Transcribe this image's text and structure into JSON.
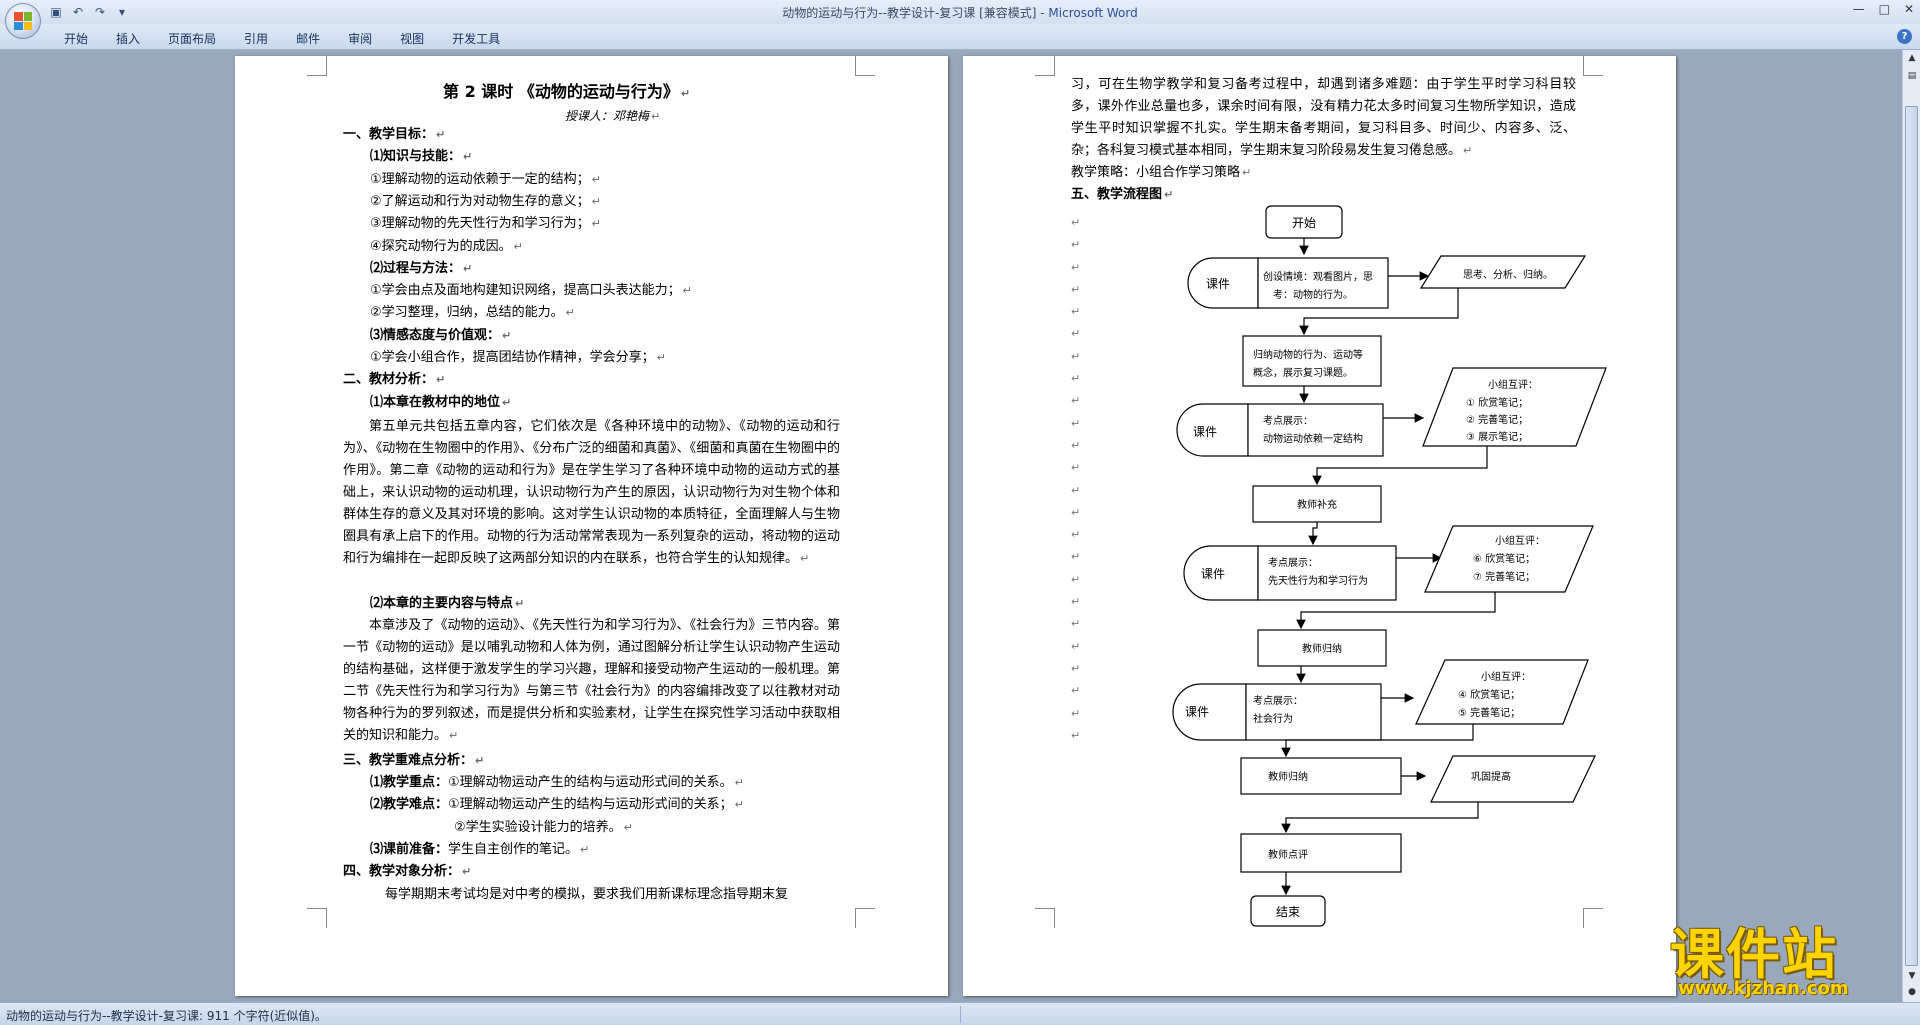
{
  "window": {
    "title": "动物的运动与行为--教学设计-复习课 [兼容模式] - ",
    "app_name": "Microsoft Word",
    "minimize": "—",
    "maximize": "□",
    "close": "✕"
  },
  "quick_access": {
    "save_icon": "save-icon",
    "undo_icon": "undo-icon",
    "redo_icon": "redo-icon",
    "customize_icon": "chevron-down-icon"
  },
  "ribbon": {
    "tabs": [
      "开始",
      "插入",
      "页面布局",
      "引用",
      "邮件",
      "审阅",
      "视图",
      "开发工具"
    ],
    "help": "?"
  },
  "page1": {
    "title": "第 2 课时       《动物的运动与行为》",
    "teacher": "授课人：邓艳梅",
    "lines": [
      {
        "text": "一、教学目标：",
        "bold": true,
        "indent": 0
      },
      {
        "text": "⑴知识与技能：",
        "bold": true,
        "indent": 1
      },
      {
        "text": "①理解动物的运动依赖于一定的结构；",
        "bold": false,
        "indent": 1
      },
      {
        "text": "②了解运动和行为对动物生存的意义；",
        "bold": false,
        "indent": 1
      },
      {
        "text": "③理解动物的先天性行为和学习行为；",
        "bold": false,
        "indent": 1
      },
      {
        "text": "④探究动物行为的成因。",
        "bold": false,
        "indent": 1
      },
      {
        "text": "⑵过程与方法：",
        "bold": true,
        "indent": 1
      },
      {
        "text": "①学会由点及面地构建知识网络，提高口头表达能力；",
        "bold": false,
        "indent": 1
      },
      {
        "text": "②学习整理，归纳，总结的能力。",
        "bold": false,
        "indent": 1
      },
      {
        "text": "⑶情感态度与价值观：",
        "bold": true,
        "indent": 1
      },
      {
        "text": "①学会小组合作，提高团结协作精神，学会分享；",
        "bold": false,
        "indent": 1
      },
      {
        "text": "二、教材分析：",
        "bold": true,
        "indent": 0
      },
      {
        "text": "⑴本章在教材中的地位",
        "bold": true,
        "indent": 1
      }
    ],
    "para1": "第五单元共包括五章内容，它们依次是《各种环境中的动物》、《动物的运动和行为》、《动物在生物圈中的作用》、《分布广泛的细菌和真菌》、《细菌和真菌在生物圈中的作用》。第二章《动物的运动和行为》是在学生学习了各种环境中动物的运动方式的基础上，来认识动物的运动机理，认识动物行为产生的原因，认识动物行为对生物个体和群体生存的意义及其对环境的影响。这对学生认识动物的本质特征，全面理解人与生物圈具有承上启下的作用。动物的行为活动常常表现为一系列复杂的运动，将动物的运动和行为编排在一起即反映了这两部分知识的内在联系，也符合学生的认知规律。",
    "heading2": "⑵本章的主要内容与特点",
    "para2": "本章涉及了《动物的运动》、《先天性行为和学习行为》、《社会行为》三节内容。第一节《动物的运动》是以哺乳动物和人体为例，通过图解分析让学生认识动物产生运动的结构基础，这样便于激发学生的学习兴趣，理解和接受动物产生运动的一般机理。第二节《先天性行为和学习行为》与第三节《社会行为》的内容编排改变了以往教材对动物各种行为的罗列叙述，而是提供分析和实验素材，让学生在探究性学习活动中获取相关的知识和能力。",
    "heading3": "三、教学重难点分析：",
    "key_label": "⑴教学重点：",
    "key_text": "①理解动物运动产生的结构与运动形式间的关系。",
    "diff_label": "⑵教学难点：",
    "diff_text": "①理解动物运动产生的结构与运动形式间的关系；",
    "diff_text2": "②学生实验设计能力的培养。",
    "prep_label": "⑶课前准备：",
    "prep_text": "学生自主创作的笔记。",
    "heading4": "四、教学对象分析：",
    "para3": "每学期期末考试均是对中考的模拟，要求我们用新课标理念指导期末复"
  },
  "page2": {
    "para_cont": "习，可在生物学教学和复习备考过程中，却遇到诸多难题：由于学生平时学习科目较多，课外作业总量也多，课余时间有限，没有精力花太多时间复习生物所学知识，造成学生平时知识掌握不扎实。学生期末备考期间，复习科目多、时间少、内容多、泛、杂；各科复习模式基本相同，学生期末复习阶段易发生复习倦怠感。",
    "strategy": "教学策略：小组合作学习策略",
    "heading5": "五、教学流程图"
  },
  "flowchart": {
    "start": "开始",
    "end": "结束",
    "kejian": "课件",
    "box1": [
      "创设情境：观看图片，思",
      "考：动物的行为。"
    ],
    "para1": "思考、分析、归纳。",
    "box2": [
      "归纳动物的行为、运动等",
      "概念，展示复习课题。"
    ],
    "box3": [
      "考点展示：",
      "动物运动依赖一定结构"
    ],
    "para2": [
      "小组互评：",
      "①  欣赏笔记；",
      "②  完善笔记；",
      "③  展示笔记；"
    ],
    "box4": "教师补充",
    "box5": [
      "考点展示：",
      "先天性行为和学习行为"
    ],
    "para3": [
      "小组互评：",
      "⑥  欣赏笔记；",
      "⑦  完善笔记；"
    ],
    "box6": "教师归纳",
    "box7": [
      "考点展示：",
      "社会行为"
    ],
    "para4": [
      "小组互评：",
      "④  欣赏笔记；",
      "⑤  完善笔记；"
    ],
    "box8": "教师归纳",
    "para5": "巩固提高",
    "box9": "教师点评"
  },
  "status": {
    "text": "动物的运动与行为--教学设计-复习课: 911 个字符(近似值)。"
  },
  "watermark": {
    "main": "课件站",
    "url": "www.kjzhan.com"
  },
  "colors": {
    "accent": "#2a4d9b",
    "watermark": "#ffd400"
  }
}
